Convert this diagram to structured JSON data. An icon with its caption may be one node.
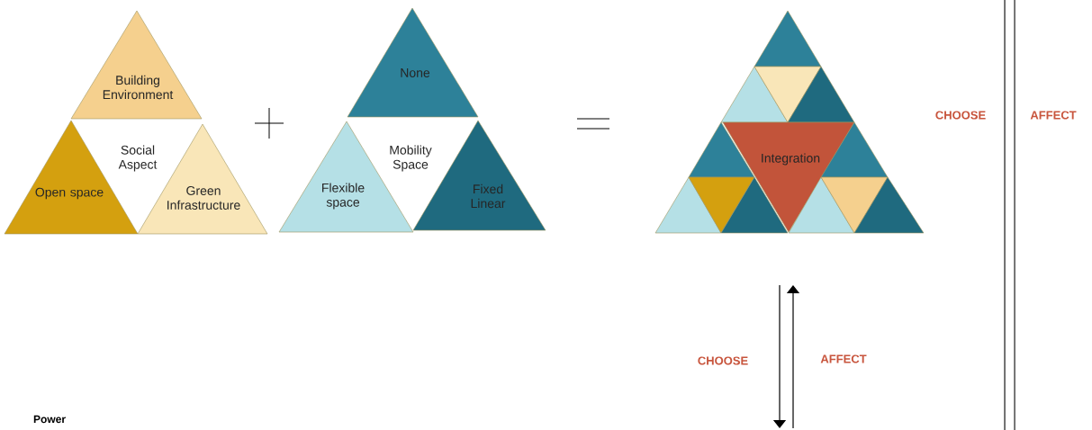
{
  "diagram": {
    "nodes": [
      {
        "text": [
          "Building Environment"
        ]
      },
      {
        "text": [
          "Open space"
        ]
      },
      {
        "text": [
          "Green Infrastructure"
        ]
      },
      {
        "text": [
          "None"
        ]
      },
      {
        "text": [
          "Flexible space"
        ]
      },
      {
        "text": [
          "Fixed Linear"
        ]
      },
      {
        "text": [],
        "shape": "triangle"
      },
      {
        "text": [],
        "shape": "triangle"
      },
      {
        "text": [],
        "shape": "triangle"
      },
      {
        "text": [],
        "shape": "triangle"
      },
      {
        "text": [],
        "shape": "triangle"
      },
      {
        "text": [
          "Integration"
        ]
      },
      {
        "text": [],
        "shape": "triangle"
      },
      {
        "text": [],
        "shape": "triangle"
      },
      {
        "text": [],
        "shape": "triangle"
      },
      {
        "text": [],
        "shape": "triangle"
      },
      {
        "text": [],
        "shape": "triangle"
      },
      {
        "text": [],
        "shape": "triangle"
      },
      {
        "text": [],
        "shape": "triangle"
      }
    ],
    "labels": [
      "Social Aspect",
      "Mobility Space",
      "CHOOSE",
      "AFFECT",
      "CHOOSE",
      "AFFECT",
      "Power"
    ]
  }
}
